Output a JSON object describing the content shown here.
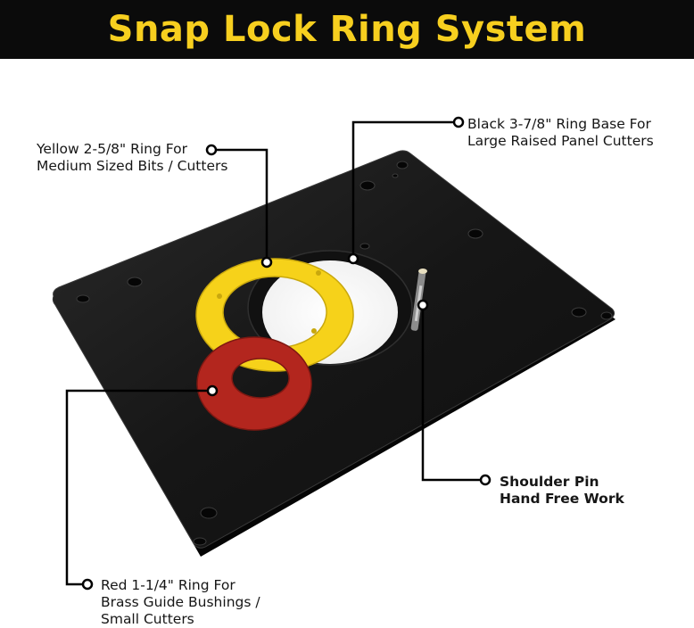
{
  "title": "Snap Lock Ring System",
  "colors": {
    "banner_bg": "#0b0b0b",
    "title_color": "#f7cf1f",
    "plate": "#1c1c1c",
    "yellow_ring": "#f6d21a",
    "red_ring": "#b3261e"
  },
  "callouts": {
    "yellow_ring": {
      "line1": "Yellow 2-5/8\" Ring For",
      "line2": "Medium Sized Bits / Cutters"
    },
    "black_ring": {
      "line1": "Black 3-7/8\" Ring Base For",
      "line2": "Large Raised Panel Cutters"
    },
    "shoulder_pin": {
      "line1": "Shoulder Pin",
      "line2": "Hand Free Work"
    },
    "red_ring": {
      "line1": "Red 1-1/4\" Ring For",
      "line2": "Brass Guide Bushings /",
      "line3": "Small Cutters"
    }
  }
}
